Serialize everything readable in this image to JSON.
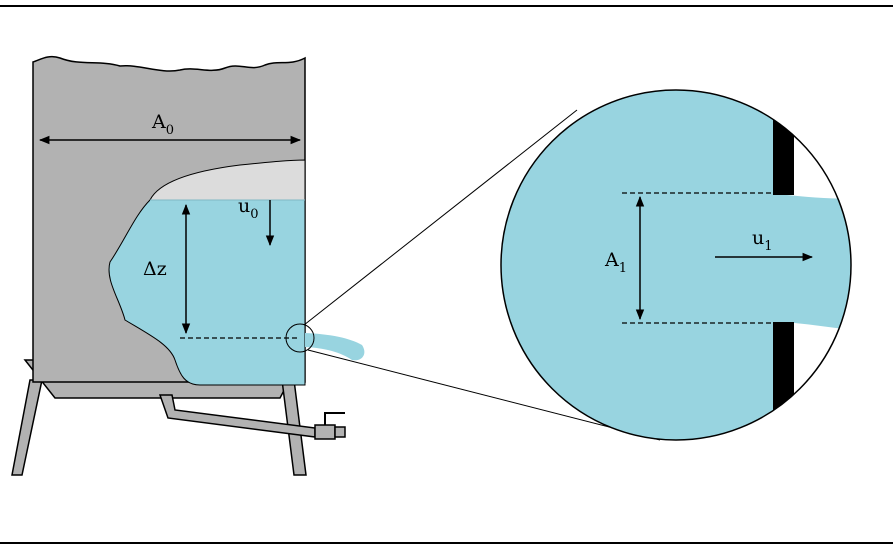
{
  "labels": {
    "A0_base": "A",
    "A0_sub": "0",
    "u0_base": "u",
    "u0_sub": "0",
    "dz": "Δz",
    "A1_base": "A",
    "A1_sub": "1",
    "u1_base": "u",
    "u1_sub": "1"
  },
  "colors": {
    "tank": "#b2b2b2",
    "water": "#98d4e0",
    "air": "#dcdcdc",
    "wall": "#000000",
    "line": "#000000"
  },
  "icons": {
    "valve": "valve-icon",
    "outlet_pipe": "outlet-pipe"
  }
}
